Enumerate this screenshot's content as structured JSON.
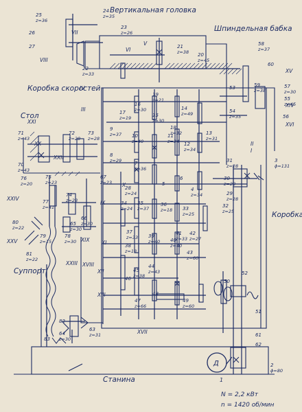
{
  "colors": {
    "paper": "#ebe4d4",
    "ink": "#1c2b63"
  },
  "titles": {
    "head": "Вертикальная головка",
    "spindle": "Шпиндельная бабка",
    "speed_box": "Коробка скоростей",
    "table": "Стол",
    "support": "Суппорт",
    "feed_box": "Коробка подач",
    "bed": "Станина"
  },
  "motor": {
    "symbol": "Д",
    "number": "1",
    "power": "N = 2,2 кВт",
    "speed": "n = 1420 об/мин"
  },
  "romans": [
    "I",
    "II",
    "III",
    "IV",
    "V",
    "VI",
    "VII",
    "VIII",
    "IX",
    "X",
    "XI",
    "XII",
    "XIII",
    "XIV",
    "XV",
    "XVI",
    "XVII",
    "XVIII",
    "XIX",
    "XX",
    "XXI",
    "XXII",
    "XXIII",
    "XXIV",
    "XXV"
  ],
  "labels": [
    {
      "id": "g25",
      "num": "25",
      "z": "z=36"
    },
    {
      "id": "g24",
      "num": "24",
      "z": "z=35"
    },
    {
      "id": "g23",
      "num": "23",
      "z": "z=26"
    },
    {
      "id": "g26",
      "num": "26",
      "z": ""
    },
    {
      "id": "g27",
      "num": "27",
      "z": ""
    },
    {
      "id": "g22",
      "num": "22",
      "z": "z=33"
    },
    {
      "id": "g21",
      "num": "21",
      "z": "z=38"
    },
    {
      "id": "g20",
      "num": "20",
      "z": "z=45"
    },
    {
      "id": "g58",
      "num": "58",
      "z": "z=37"
    },
    {
      "id": "g59",
      "num": "59",
      "z": "z=38"
    },
    {
      "id": "g60",
      "num": "60",
      "z": ""
    },
    {
      "id": "g57",
      "num": "57",
      "z": "z=30"
    },
    {
      "id": "g53",
      "num": "53",
      "z": ""
    },
    {
      "id": "g54",
      "num": "54",
      "z": "z=35"
    },
    {
      "id": "g55",
      "num": "55",
      "z": "z=45"
    },
    {
      "id": "g56",
      "num": "56",
      "z": ""
    },
    {
      "id": "g19",
      "num": "19",
      "z": "z=21"
    },
    {
      "id": "g16",
      "num": "16",
      "z": "z=30"
    },
    {
      "id": "g17",
      "num": "17",
      "z": "z=19"
    },
    {
      "id": "g15",
      "num": "15",
      "z": "z=30"
    },
    {
      "id": "g14",
      "num": "14",
      "z": "z=49"
    },
    {
      "id": "g18",
      "num": "18",
      "z": "z=32"
    },
    {
      "id": "g9",
      "num": "9",
      "z": "z=37"
    },
    {
      "id": "g10",
      "num": "10",
      "z": "z=40"
    },
    {
      "id": "g11",
      "num": "11",
      "z": "z=34"
    },
    {
      "id": "g12",
      "num": "12",
      "z": "z=34"
    },
    {
      "id": "g13",
      "num": "13",
      "z": "z=31"
    },
    {
      "id": "g8",
      "num": "8",
      "z": "z=29"
    },
    {
      "id": "g7",
      "num": "7",
      "z": "z=36"
    },
    {
      "id": "g6",
      "num": "6",
      "z": ""
    },
    {
      "id": "g5",
      "num": "5",
      "z": ""
    },
    {
      "id": "g4",
      "num": "4",
      "z": "z=34"
    },
    {
      "id": "g28",
      "num": "28",
      "z": "z=24"
    },
    {
      "id": "g34",
      "num": "34",
      "z": "z=24"
    },
    {
      "id": "g31",
      "num": "31",
      "z": "z=28"
    },
    {
      "id": "g3",
      "num": "3",
      "z": "ϕ=131"
    },
    {
      "id": "g30",
      "num": "30",
      "z": "z=28"
    },
    {
      "id": "g29",
      "num": "29",
      "z": "z=28"
    },
    {
      "id": "g32",
      "num": "32",
      "z": "z=25"
    },
    {
      "id": "g33",
      "num": "33",
      "z": "z=25"
    },
    {
      "id": "g35",
      "num": "35",
      "z": "z=37"
    },
    {
      "id": "g36",
      "num": "36",
      "z": "z=18"
    },
    {
      "id": "g37",
      "num": "37",
      "z": "z=33"
    },
    {
      "id": "g38",
      "num": "38",
      "z": "z=18"
    },
    {
      "id": "g39",
      "num": "39",
      "z": "z=40"
    },
    {
      "id": "g40",
      "num": "40",
      "z": "z=40"
    },
    {
      "id": "g41",
      "num": "41",
      "z": "z=33"
    },
    {
      "id": "g42",
      "num": "42",
      "z": "z=27"
    },
    {
      "id": "g43",
      "num": "43",
      "z": "z=60"
    },
    {
      "id": "g44",
      "num": "44",
      "z": "z=43"
    },
    {
      "id": "g45",
      "num": "45",
      "z": "z=38"
    },
    {
      "id": "g46",
      "num": "46",
      "z": ""
    },
    {
      "id": "g47",
      "num": "47",
      "z": "z=66"
    },
    {
      "id": "g48",
      "num": "48",
      "z": ""
    },
    {
      "id": "g49",
      "num": "49",
      "z": "z=60"
    },
    {
      "id": "g50",
      "num": "50",
      "z": ""
    },
    {
      "id": "g51",
      "num": "51",
      "z": ""
    },
    {
      "id": "g52",
      "num": "52",
      "z": ""
    },
    {
      "id": "g61",
      "num": "61",
      "z": ""
    },
    {
      "id": "g62",
      "num": "62",
      "z": ""
    },
    {
      "id": "g63",
      "num": "63",
      "z": "z=31"
    },
    {
      "id": "g64",
      "num": "64",
      "z": "z=30"
    },
    {
      "id": "g65",
      "num": "65",
      "z": "z=30"
    },
    {
      "id": "g66",
      "num": "66",
      "z": "z=30"
    },
    {
      "id": "g67",
      "num": "67",
      "z": "z=23"
    },
    {
      "id": "g71",
      "num": "71",
      "z": "z=43"
    },
    {
      "id": "g72",
      "num": "72",
      "z": "z=28"
    },
    {
      "id": "g73",
      "num": "73",
      "z": "z=28"
    },
    {
      "id": "g74",
      "num": "74",
      "z": "z=28"
    },
    {
      "id": "g75",
      "num": "75",
      "z": "z=23"
    },
    {
      "id": "g76",
      "num": "76",
      "z": "z=20"
    },
    {
      "id": "g77",
      "num": "77",
      "z": "z=41"
    },
    {
      "id": "g78",
      "num": "78",
      "z": "z=30"
    },
    {
      "id": "g79",
      "num": "79",
      "z": "z=15"
    },
    {
      "id": "g80",
      "num": "80",
      "z": "z=22"
    },
    {
      "id": "g81",
      "num": "81",
      "z": "z=22"
    },
    {
      "id": "g82",
      "num": "82",
      "z": ""
    },
    {
      "id": "g83",
      "num": "83",
      "z": ""
    },
    {
      "id": "g70",
      "num": "70",
      "z": "z=43"
    },
    {
      "id": "g2",
      "num": "2",
      "z": "ϕ=80"
    }
  ]
}
